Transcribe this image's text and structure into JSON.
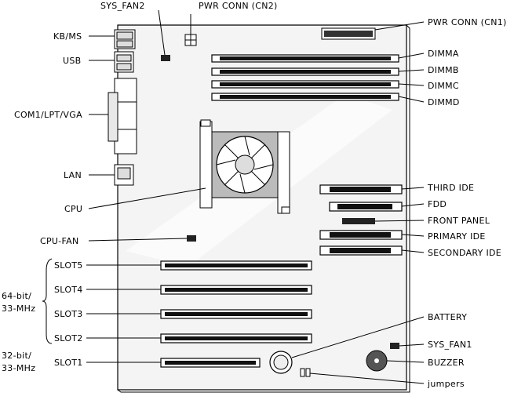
{
  "labels": {
    "sys_fan2": "SYS_FAN2",
    "pwr_conn_cn2": "PWR CONN (CN2)",
    "pwr_conn_cn1": "PWR CONN (CN1)",
    "kb_ms": "KB/MS",
    "usb": "USB",
    "com_lpt_vga": "COM1/LPT/VGA",
    "lan": "LAN",
    "cpu": "CPU",
    "cpu_fan": "CPU-FAN",
    "dimma": "DIMMA",
    "dimmb": "DIMMB",
    "dimmc": "DIMMC",
    "dimmd": "DIMMD",
    "third_ide": "THIRD IDE",
    "fdd": "FDD",
    "front_panel": "FRONT PANEL",
    "primary_ide": "PRIMARY IDE",
    "secondary_ide": "SECONDARY IDE",
    "battery": "BATTERY",
    "sys_fan1": "SYS_FAN1",
    "buzzer": "BUZZER",
    "jumpers": "jumpers",
    "slot5": "SLOT5",
    "slot4": "SLOT4",
    "slot3": "SLOT3",
    "slot2": "SLOT2",
    "slot1": "SLOT1",
    "bus64_line1": "64-bit/",
    "bus64_line2": "33-MHz",
    "bus32_line1": "32-bit/",
    "bus32_line2": "33-MHz"
  }
}
